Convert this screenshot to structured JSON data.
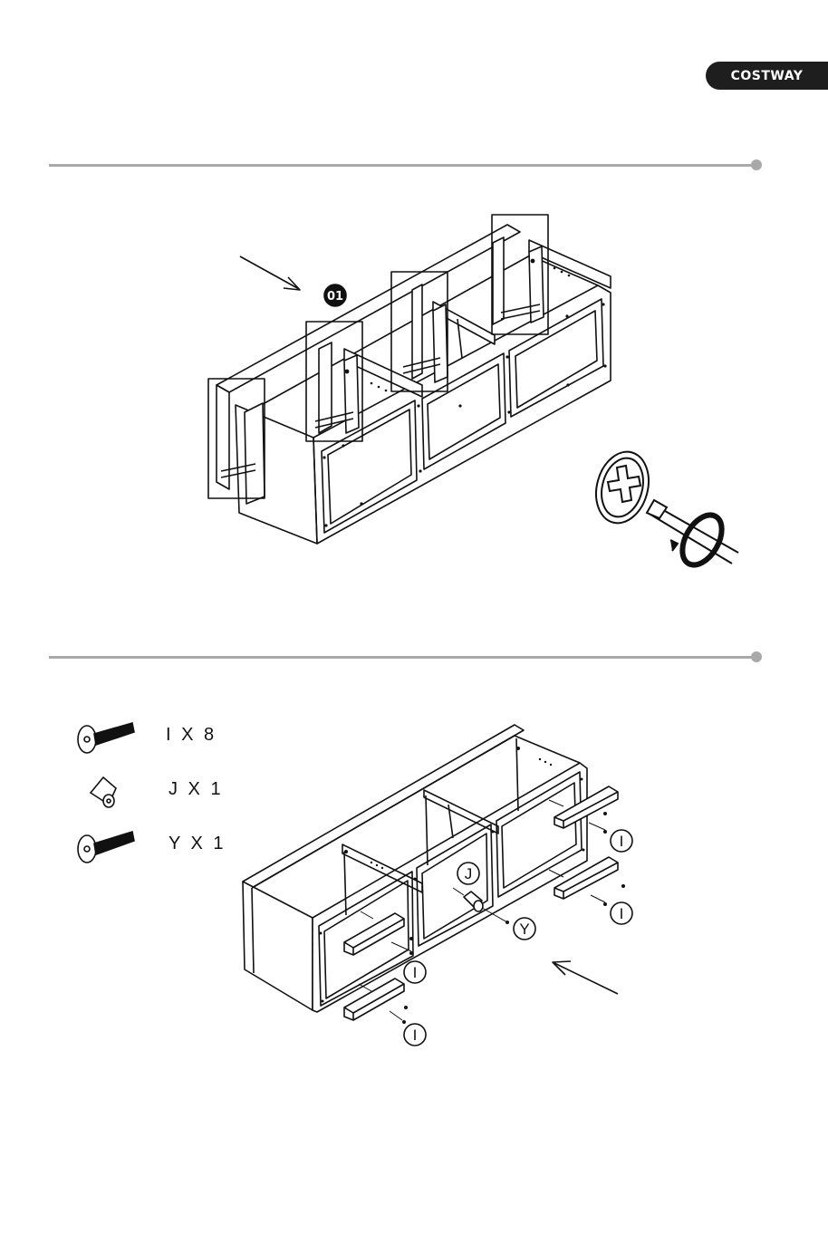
{
  "brand": {
    "name": "COSTWAY"
  },
  "step1": {
    "badge": "01"
  },
  "step2": {
    "hardware": [
      {
        "code": "I",
        "qty_text": "I X 8",
        "icon": "bolt-icon"
      },
      {
        "code": "J",
        "qty_text": "J X 1",
        "icon": "cone-cap-icon"
      },
      {
        "code": "Y",
        "qty_text": "Y X 1",
        "icon": "bolt-icon"
      }
    ],
    "callouts": {
      "j": "J",
      "y": "Y",
      "i_top_right": "I",
      "i_mid_right": "I",
      "i_front_left": "I",
      "i_bottom_left": "I"
    }
  },
  "colors": {
    "rule": "#a9a9a9",
    "brand_bg": "#1e1e1e",
    "ink": "#111111"
  }
}
